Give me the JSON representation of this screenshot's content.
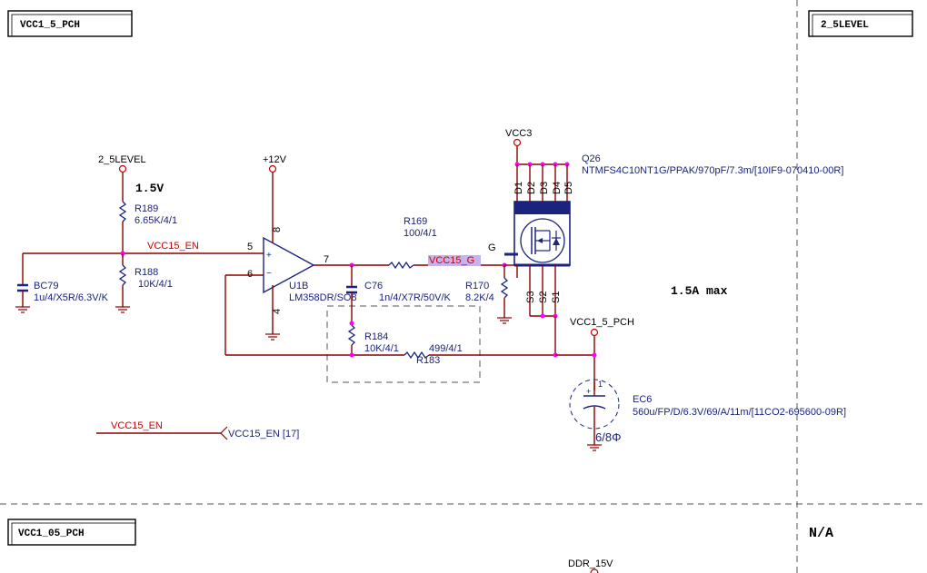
{
  "title_boxes": {
    "top_left": "VCC1_5_PCH",
    "top_right": "2_5LEVEL",
    "bottom_left": "VCC1_05_PCH",
    "bottom_right": "N/A"
  },
  "power_labels": {
    "level_2_5": "2_5LEVEL",
    "p12v": "+12V",
    "vcc3": "VCC3",
    "vcc1_5_pch": "VCC1_5_PCH",
    "ddr_15v": "DDR_15V"
  },
  "notes": {
    "voltage": "1.5V",
    "current": "1.5A  max"
  },
  "nets": {
    "vcc15_en": "VCC15_EN",
    "vcc15_en_port": "VCC15_EN  [17]",
    "vcc15_g": "VCC15_G"
  },
  "components": {
    "r189": {
      "ref": "R189",
      "value": "6.65K/4/1"
    },
    "r188": {
      "ref": "R188",
      "value": "10K/4/1"
    },
    "bc79": {
      "ref": "BC79",
      "value": "1u/4/X5R/6.3V/K"
    },
    "u1b": {
      "ref": "U1B",
      "value": "LM358DR/SO8"
    },
    "r169": {
      "ref": "R169",
      "value": "100/4/1"
    },
    "c76": {
      "ref": "C76",
      "value": "1n/4/X7R/50V/K"
    },
    "r170": {
      "ref": "R170",
      "value": "8.2K/4"
    },
    "r184": {
      "ref": "R184",
      "value": "10K/4/1"
    },
    "r183": {
      "ref": "R183",
      "value": "499/4/1"
    },
    "q26": {
      "ref": "Q26",
      "value": "NTMFS4C10NT1G/PPAK/970pF/7.3m/[10IF9-070410-00R]"
    },
    "ec6": {
      "ref": "EC6",
      "value": "560u/FP/D/6.3V/69/A/11m/[11CO2-695600-09R]",
      "footprint": "6/8Φ"
    }
  },
  "pins": {
    "u_in_plus": "5",
    "u_in_minus": "6",
    "u_out": "7",
    "u_vcc": "8",
    "u_gnd": "4",
    "gate": "G",
    "d1": "D1",
    "d2": "D2",
    "d3": "D3",
    "d4": "D4",
    "d5": "D5",
    "s1": "S1",
    "s2": "S2",
    "s3": "S3",
    "plus": "+",
    "minus": "−",
    "cap_pin1": "1",
    "cap_plus": "+"
  }
}
